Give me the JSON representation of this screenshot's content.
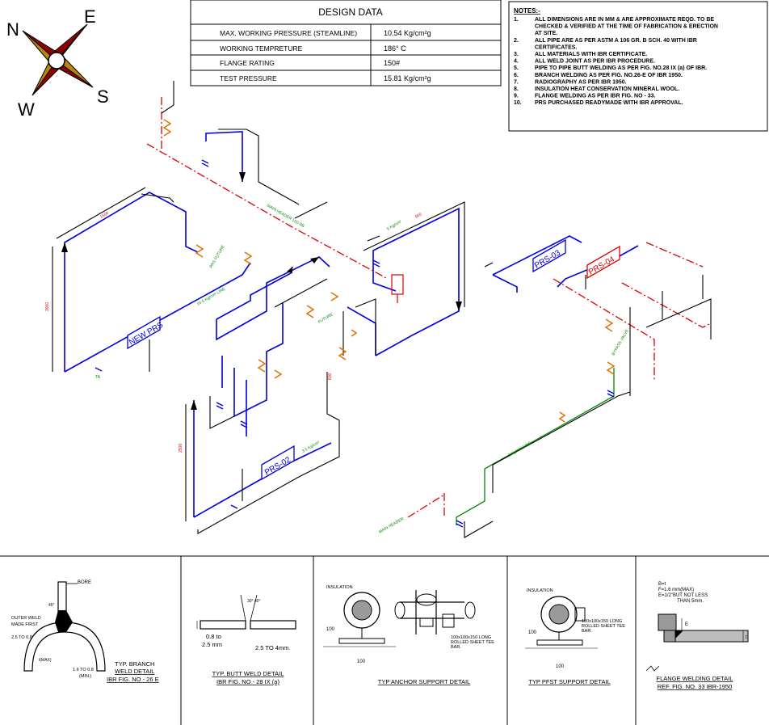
{
  "compass": {
    "n": "N",
    "e": "E",
    "w": "W",
    "s": "S"
  },
  "design_data": {
    "title": "DESIGN DATA",
    "rows": [
      {
        "label": "MAX. WORKING PRESSURE (STEAMLINE)",
        "value": "10.54 Kg/cm²g"
      },
      {
        "label": "WORKING TEMPRETURE",
        "value": "186° C"
      },
      {
        "label": "FLANGE RATING",
        "value": "150#"
      },
      {
        "label": "TEST PRESSURE",
        "value": "15.81 Kg/cm²g"
      }
    ]
  },
  "notes": {
    "heading": "NOTES:-",
    "items": [
      {
        "num": "1.",
        "lines": [
          "ALL DIMENSIONS ARE IN MM & ARE APPROXIMATE REQD. TO BE",
          "CHECKED & VERIFIED AT THE TIME OF FABRICATION & ERECTION",
          "AT SITE."
        ]
      },
      {
        "num": "2.",
        "lines": [
          "ALL PIPE ARE AS PER ASTM A 106 GR. B SCH. 40 WITH IBR",
          "CERTIFICATES."
        ]
      },
      {
        "num": "3.",
        "lines": [
          "ALL MATERIALS WITH IBR CERTIFICATE."
        ]
      },
      {
        "num": "4.",
        "lines": [
          "ALL WELD JOINT AS PER IBR PROCEDURE."
        ]
      },
      {
        "num": "5.",
        "lines": [
          "PIPE TO PIPE BUTT WELDING AS PER FIG. NO.28 IX (a) OF IBR."
        ]
      },
      {
        "num": "6.",
        "lines": [
          "BRANCH WELDING AS PER FIG. NO.26-E OF IBR 1950."
        ]
      },
      {
        "num": "7.",
        "lines": [
          "RADIOGRAPHY AS PER IBR 1950."
        ]
      },
      {
        "num": "8.",
        "lines": [
          "INSULATION HEAT CONSERVATION MINERAL WOOL."
        ]
      },
      {
        "num": "9.",
        "lines": [
          "FLANGE WELDING AS PER IBR FIG. NO - 33."
        ]
      },
      {
        "num": "10.",
        "lines": [
          "PRS PURCHASED READYMADE WITH IBR APPROVAL."
        ]
      }
    ]
  },
  "prs": {
    "new": "NEW PRS",
    "p02": "PRS-02",
    "p03": "PRS-03",
    "p04": "PRS-04"
  },
  "iso_labels": {
    "main_header": "MAIN HEADER",
    "main_header_top": "MAIN HEADER 150 NB",
    "future": "FUTURE",
    "prs_future": "PRS FUTURE",
    "bypass_valve": "BYPASS VALVE",
    "kg_line": "10.5 Kg/cm² LINE",
    "kg_line_short": "5 Kg/cm²",
    "kg_line_b": "3.5 Kg/cm²",
    "bar_line": "3 Kg/cm² LINE",
    "dim_a": "3000",
    "dim_b": "1500",
    "dim_c": "2500",
    "dim_d": "900",
    "dim_e": "600",
    "ta": "TA"
  },
  "details": {
    "branch": {
      "bore": "BORE",
      "angle": "45°",
      "outer_weld": "OUTER WELD",
      "made_first": "MADE FIRST",
      "gap": "2.5 TO 0.8",
      "t_max": "t(MAX)",
      "root": "1.6 TO 0.8",
      "min": "(MIN.)",
      "title1": "TYP. BRANCH",
      "title2": "WELD DETAIL",
      "title3": "IBR FIG. NO - 26 E"
    },
    "butt": {
      "angle": "30° 40°",
      "dim_a1": "0.8 to",
      "dim_a2": "2.5 mm",
      "dim_b": "2.5 TO 4mm.",
      "title1": "TYP. BUTT WELD DETAIL",
      "title2": "IBR FIG. NO - 28 IX (a)"
    },
    "anchor": {
      "insulation": "INSULATION",
      "dim_100a": "100",
      "dim_100b": "100",
      "tee1": "100x100x150 LONG",
      "tee2": "ROLLED SHEET TEE",
      "tee3": "BAR.",
      "title": "TYP ANCHOR SUPPORT DETAIL"
    },
    "pfst": {
      "insulation": "INSULATION",
      "dim_100a": "100",
      "dim_100b": "100",
      "tee1": "100x100x150 LONG",
      "tee2": "ROLLED SHEET TEE",
      "tee3": "BAR.",
      "title": "TYP PFST SUPPORT DETAIL"
    },
    "flange": {
      "b": "B=t",
      "f": "F=1.6 mm(MAX)",
      "e1": "E=1/2\"BUT NOT LESS",
      "e2": "THAN 5mm.",
      "e_lbl": "E",
      "t_lbl": "t",
      "title1": "FLANGE WELDING DETAIL",
      "title2": "REF. FIG. NO. 33 IBR-1950"
    }
  },
  "colors": {
    "blue": "#0000dd",
    "red": "#dd0000",
    "green": "#008800",
    "orange": "#e07000",
    "black": "#000000"
  }
}
